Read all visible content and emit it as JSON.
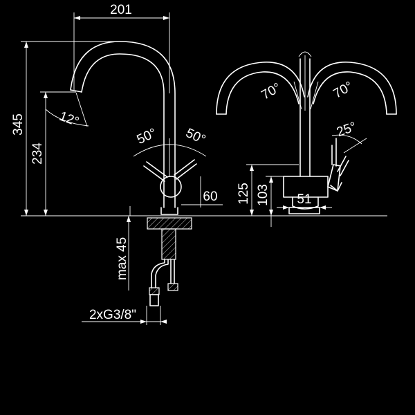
{
  "colors": {
    "background": "#000000",
    "line": "#ffffff"
  },
  "dimensions": {
    "spout_reach": "201",
    "total_height": "345",
    "spout_height": "234",
    "spout_angle": "12°",
    "lever_angle_left": "50°",
    "lever_angle_right": "50°",
    "lever_offset": "60",
    "swivel_left": "70°",
    "swivel_right": "70°",
    "side_lever_angle": "25°",
    "body_height": "125",
    "handle_height": "103",
    "base_width": "51",
    "max_deck": "max 45",
    "hose_thread": "2xG3/8\""
  }
}
